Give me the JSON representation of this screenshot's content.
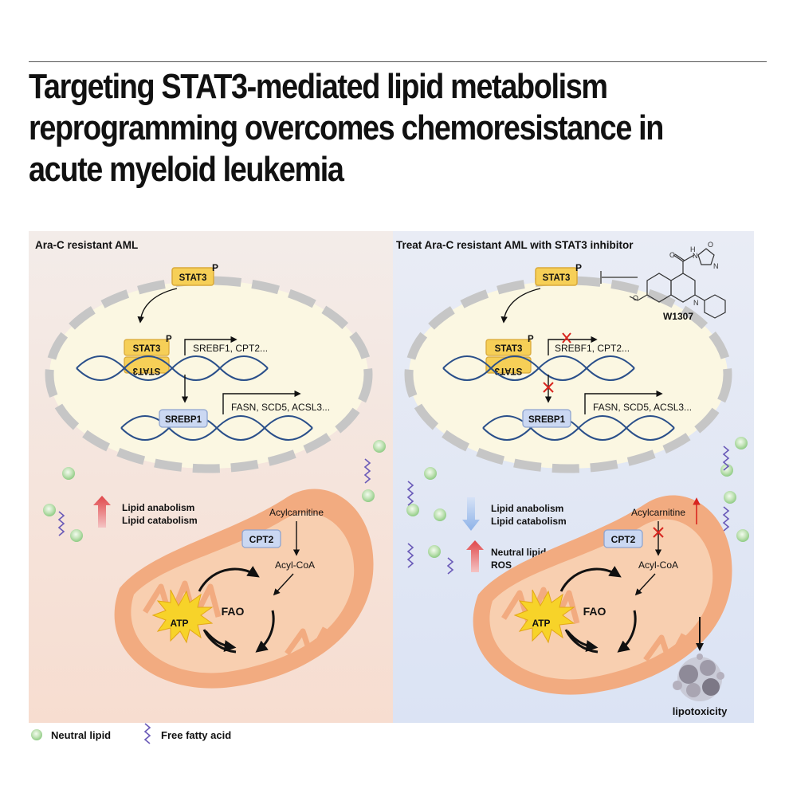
{
  "title": {
    "line1": "Targeting STAT3-mediated lipid metabolism",
    "line2": "reprogramming overcomes chemoresistance in",
    "line3": "acute myeloid leukemia"
  },
  "left_panel": {
    "heading": "Ara-C resistant  AML",
    "stat3": "STAT3",
    "phospho": "P",
    "stat3_dimer_top": "STAT3",
    "stat3_dimer_bottom": "STAT3",
    "targets1": "SREBF1, CPT2...",
    "srebp1": "SREBP1",
    "targets2": "FASN, SCD5, ACSL3...",
    "effect1": "Lipid anabolism",
    "effect2": "Lipid catabolism",
    "acylcarnitine": "Acylcarnitine",
    "cpt2": "CPT2",
    "acyl_coa": "Acyl-CoA",
    "fao": "FAO",
    "atp": "ATP"
  },
  "right_panel": {
    "heading": "Treat Ara-C resistant  AML with STAT3 inhibitor",
    "stat3": "STAT3",
    "phospho": "P",
    "inhibitor_label": "W1307",
    "stat3_dimer_top": "STAT3",
    "stat3_dimer_bottom": "STAT3",
    "targets1": "SREBF1, CPT2...",
    "srebp1": "SREBP1",
    "targets2": "FASN, SCD5, ACSL3...",
    "effect1": "Lipid anabolism",
    "effect2": "Lipid catabolism",
    "effect3": "Neutral lipid",
    "effect4": "ROS",
    "acylcarnitine": "Acylcarnitine",
    "cpt2": "CPT2",
    "acyl_coa": "Acyl-CoA",
    "fao": "FAO",
    "atp": "ATP",
    "outcome": "lipotoxicity"
  },
  "legend": {
    "neutral_lipid": "Neutral lipid",
    "free_fatty_acid": "Free fatty acid"
  },
  "colors": {
    "left_bg": "#f8e6e0",
    "right_bg": "#e3e8f5",
    "nucleus": "#fbf7e2",
    "stat3_fill": "#f6cf57",
    "srebp1_fill": "#cbd8f2",
    "dna": "#2a4f8a",
    "mito": "#f2ab80",
    "atp": "#f7d329",
    "inhibit_x": "#d8261f",
    "up_arrow": "#e05252",
    "down_arrow": "#8ab0e6"
  }
}
